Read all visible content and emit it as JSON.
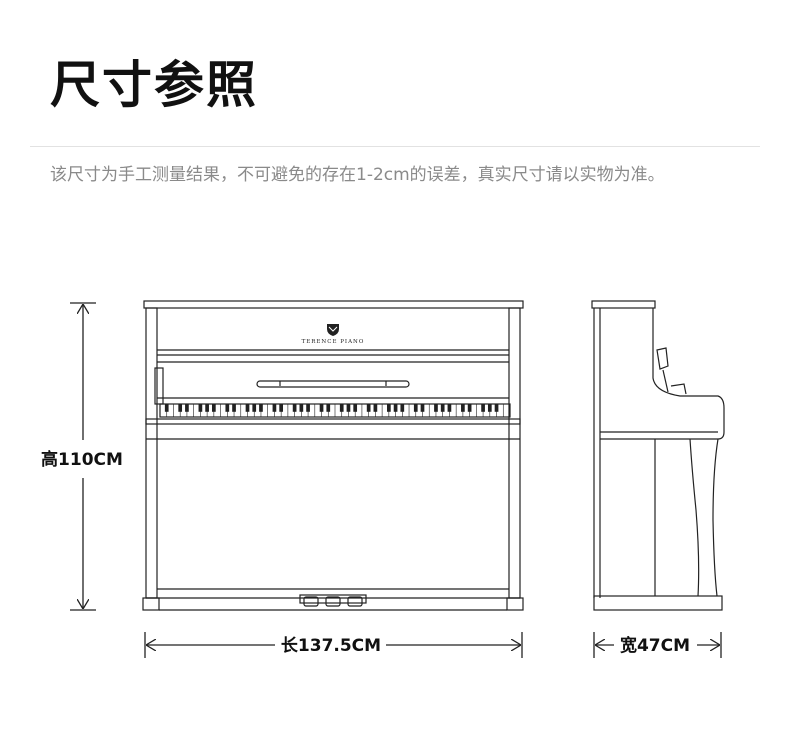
{
  "page": {
    "title": "尺寸参照",
    "note": "该尺寸为手工测量结果，不可避免的存在1-2cm的误差，真实尺寸请以实物为准。"
  },
  "dimensions": {
    "height_label": "高110CM",
    "length_label": "长137.5CM",
    "width_label": "宽47CM"
  },
  "piano": {
    "brand": "TERENCE PIANO",
    "white_keys": 52
  },
  "colors": {
    "line": "#222222",
    "title": "#111111",
    "note": "#8a8a8a"
  }
}
